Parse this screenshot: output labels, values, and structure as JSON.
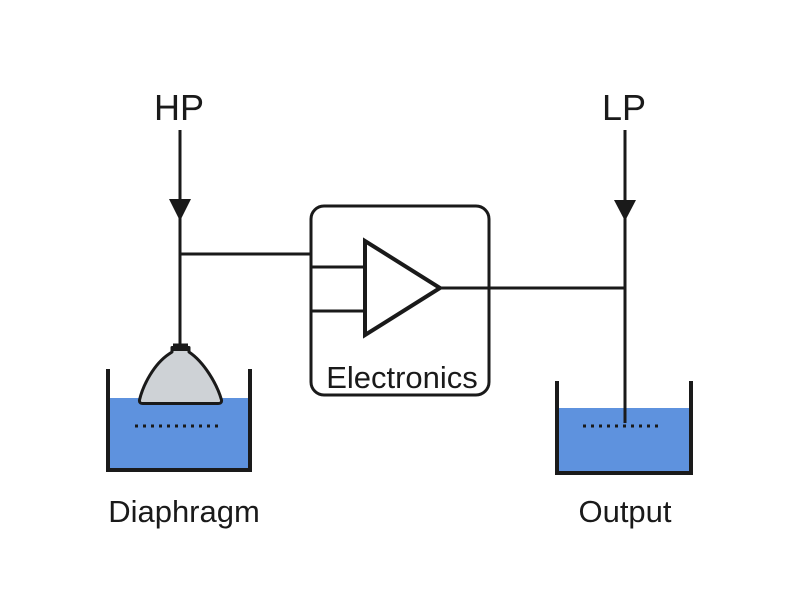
{
  "diagram": {
    "labels": {
      "hp": "HP",
      "lp": "LP",
      "electronics": "Electronics",
      "diaphragm": "Diaphragm",
      "output": "Output"
    },
    "colors": {
      "background": "#ffffff",
      "line": "#1a1a1a",
      "text": "#1a1a1a",
      "water": "#5e92de",
      "diaphragm_fill": "#ced2d6",
      "box_fill": "#ffffff"
    }
  }
}
